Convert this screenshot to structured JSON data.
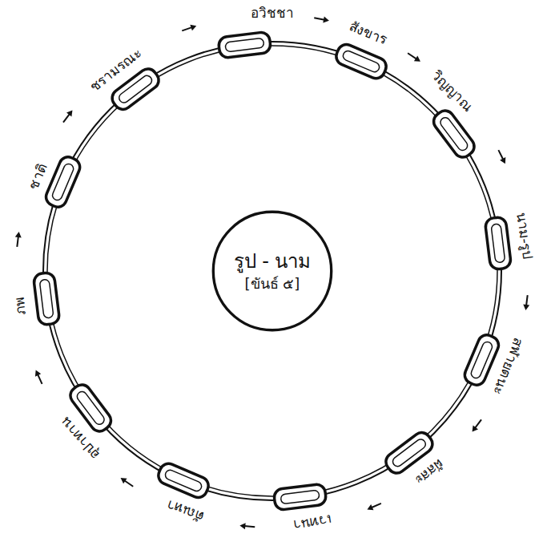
{
  "diagram": {
    "nodes": [
      {
        "text": [
          "รูป - นาม",
          "[ขันธ์ ๕]"
        ]
      }
    ],
    "labels": [
      "อวิชชา",
      "สังขาร",
      "วิญญาณ",
      "นาม-รูป",
      "สฬายตนะ",
      "ผัสสะ",
      "เวทนา",
      "ตัณหา",
      "อุปาทาน",
      "ภพ",
      "ชาติ",
      "ชรามรณะ"
    ]
  }
}
